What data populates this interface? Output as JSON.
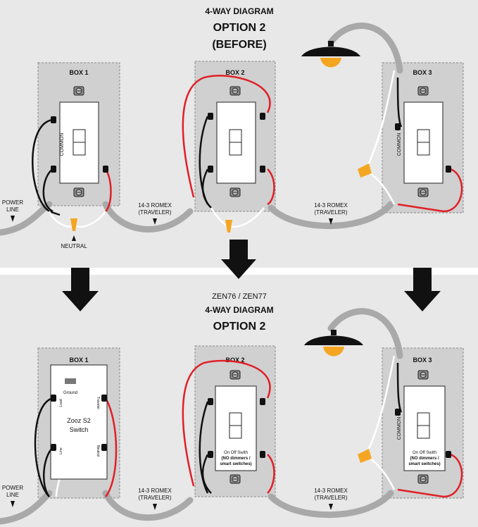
{
  "top": {
    "title_line1": "4-WAY DIAGRAM",
    "title_line2": "OPTION 2",
    "title_line3": "(BEFORE)",
    "box1": "BOX 1",
    "box2": "BOX 2",
    "box3": "BOX 3",
    "common": "COMMON",
    "power_line_1": "POWER",
    "power_line_2": "LINE",
    "neutral": "NEUTRAL",
    "romex_1": "14-3 ROMEX",
    "romex_2": "(TRAVELER)"
  },
  "bottom": {
    "title_line1": "ZEN76 / ZEN77",
    "title_line2": "4-WAY DIAGRAM",
    "title_line3": "OPTION 2",
    "box1": "BOX 1",
    "box2": "BOX 2",
    "box3": "BOX 3",
    "common": "COMMON",
    "zooz_1": "Zooz S2",
    "zooz_2": "Switch",
    "ground": "Ground",
    "load": "Load",
    "traveler": "Traveler",
    "line": "Line",
    "neutral_term": "Neutral",
    "onoff_1": "On Off Swith",
    "onoff_2": "(NO dimmers /",
    "onoff_3": "smart switches)",
    "power_line_1": "POWER",
    "power_line_2": "LINE",
    "romex_1": "14-3 ROMEX",
    "romex_2": "(TRAVELER)"
  },
  "colors": {
    "background": "#e8e8e8",
    "box": "#d0d0d0",
    "cable": "#a9a9a9",
    "hot": "#e01f26",
    "neutral": "#ffffff",
    "black": "#111111",
    "wirenut": "#f4a623",
    "bulb": "#f4a623"
  }
}
